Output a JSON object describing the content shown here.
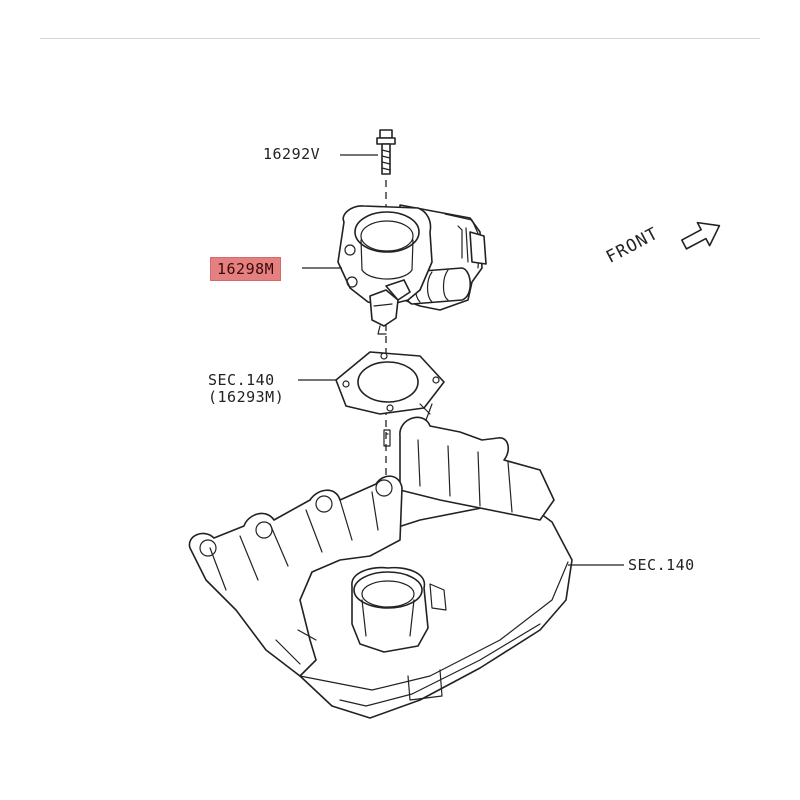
{
  "labels": {
    "bolt": "16292V",
    "throttle_body": "16298M",
    "gasket_sec": "SEC.140",
    "gasket_part": "(16293M)",
    "manifold_sec": "SEC.140",
    "front": "FRONT"
  },
  "colors": {
    "highlight": "#e58080",
    "line": "#222222",
    "background": "#ffffff"
  },
  "icons": {
    "front_arrow": "front-direction-arrow-icon"
  }
}
